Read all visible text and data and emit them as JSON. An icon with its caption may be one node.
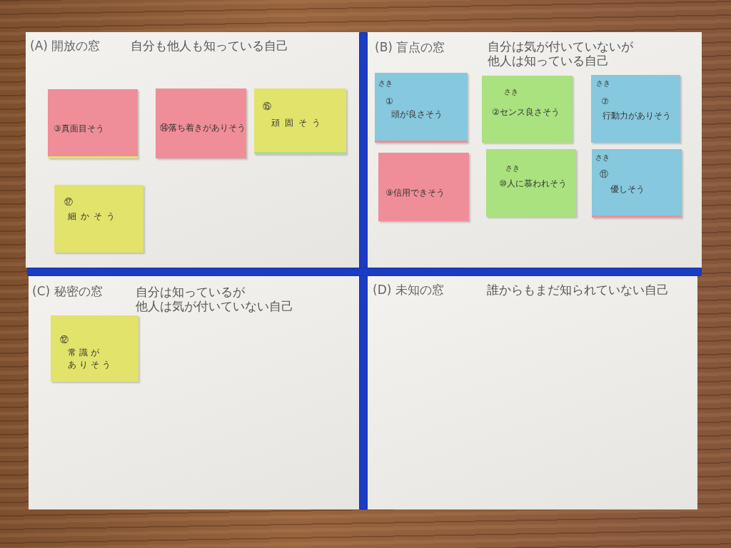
{
  "diagram": {
    "nodes": [
      {
        "text": [
          "(A) 開放の窓",
          "自分も他人も知っている自己"
        ]
      },
      {
        "text": [
          "③真面目そう"
        ],
        "in": 0
      },
      {
        "text": [
          "⑭落ち着きがありそう"
        ],
        "in": 0
      },
      {
        "text": [
          "⑮",
          "頑固そう"
        ],
        "in": 0
      },
      {
        "text": [
          "⑰",
          "細かそう"
        ],
        "in": 0
      },
      {
        "text": [
          "(B) 盲点の窓",
          "自分は気が付いていないが他人は知っている自己"
        ]
      },
      {
        "text": [
          "さき",
          "①",
          "頭が良さそう"
        ],
        "in": 5
      },
      {
        "text": [
          "さき",
          "②センス良さそう"
        ],
        "in": 5
      },
      {
        "text": [
          "さき",
          "⑦",
          "行動力がありそう"
        ],
        "in": 5
      },
      {
        "text": [
          "⑨信用できそう"
        ],
        "in": 5
      },
      {
        "text": [
          "さき",
          "⑩人に慕われそう"
        ],
        "in": 5
      },
      {
        "text": [
          "さき",
          "⑪",
          "優しそう"
        ],
        "in": 5
      },
      {
        "text": [
          "(C) 秘密の窓",
          "自分は知っているが他人は気が付いていない自己"
        ]
      },
      {
        "text": [
          "⑫",
          "常識がありそう"
        ],
        "in": 12
      },
      {
        "text": [
          "(D) 未知の窓",
          "誰からもまだ知られていない自己"
        ]
      }
    ]
  }
}
